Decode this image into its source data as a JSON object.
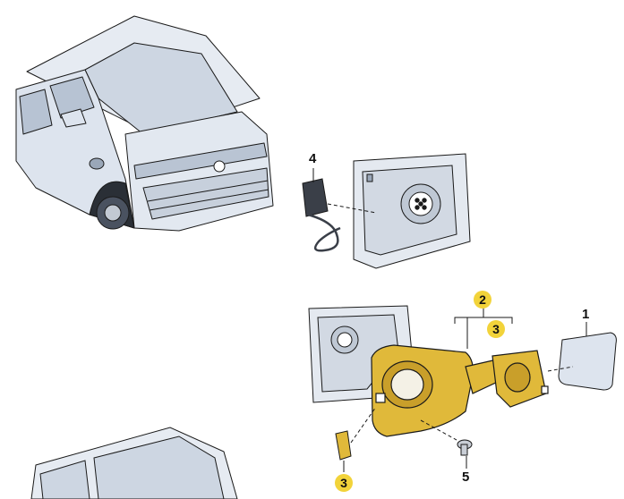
{
  "colors": {
    "highlight": "#e0b93a",
    "badge": "#f2d33a",
    "line": "#1a1a1a",
    "body_shade": "#dde4ee",
    "body_dark": "#9aa7b8",
    "part_grey": "#c9ced6"
  },
  "callouts": {
    "c1": "1",
    "c2": "2",
    "c3_top": "3",
    "c3_bottom": "3",
    "c4": "4",
    "c5": "5"
  }
}
